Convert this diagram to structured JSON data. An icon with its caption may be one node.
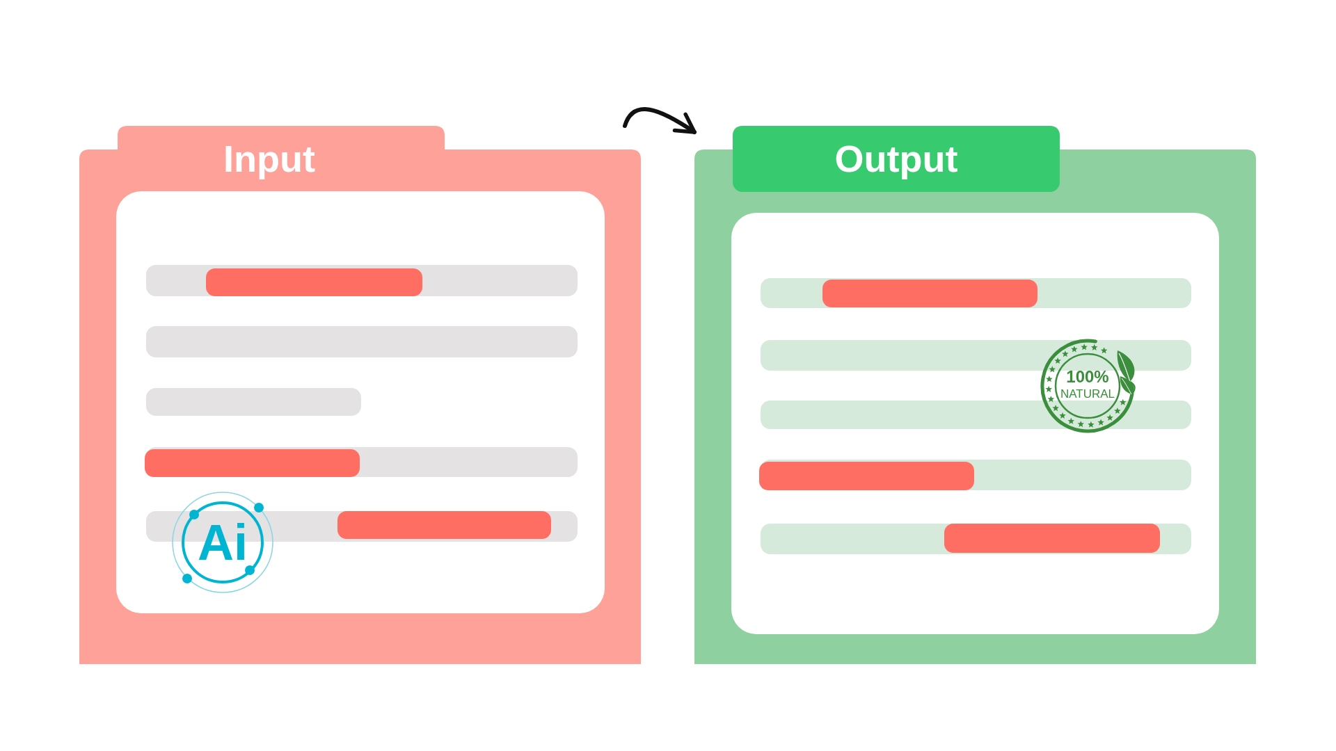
{
  "diagram": {
    "nodes": [
      {
        "text": [
          "Input"
        ]
      },
      {
        "text": [
          "Output"
        ]
      }
    ],
    "edges": [
      {
        "from": 0,
        "to": 1,
        "arrow": "to"
      }
    ],
    "labels": [
      "Ai",
      "100%",
      "NATURAL"
    ]
  }
}
